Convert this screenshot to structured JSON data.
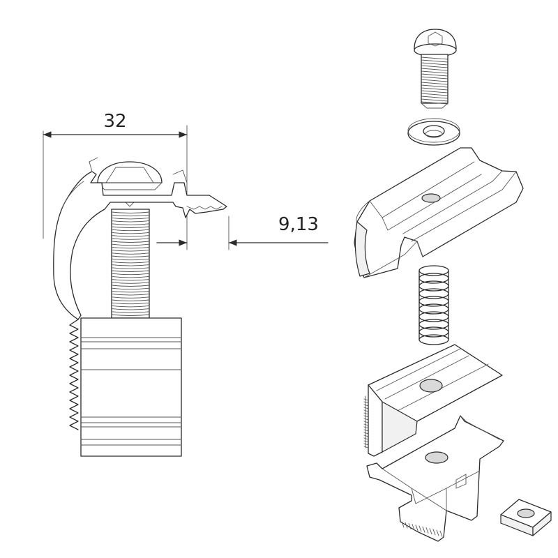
{
  "dimensions": {
    "width_label": "32",
    "offset_label": "9,13"
  },
  "parts": [
    "bolt",
    "washer",
    "upper-clamp",
    "spring",
    "lower-clamp",
    "base-clip",
    "square-nut"
  ]
}
